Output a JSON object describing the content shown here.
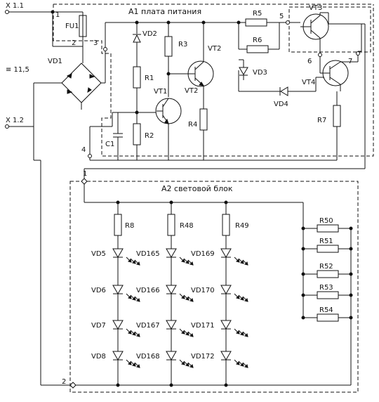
{
  "blocks": {
    "a1_title": "А1 плата питания",
    "a2_title": "А2 световой блок"
  },
  "terminals": {
    "x11": "X 1.1",
    "x12": "X 1.2",
    "supply": "≡ 11,5"
  },
  "nodes": [
    "1",
    "2",
    "3",
    "4",
    "5",
    "6",
    "7",
    "1",
    "2"
  ],
  "components": {
    "fu1": "FU1",
    "vd1": "VD1",
    "vd2": "VD2",
    "r1": "R1",
    "r2": "R2",
    "c1": "C1",
    "r3": "R3",
    "vt1": "VT1",
    "vt2a": "VT2",
    "vt2b": "VT2",
    "r4": "R4",
    "r5": "R5",
    "r6": "R6",
    "vd3": "VD3",
    "vd4": "VD4",
    "vt3": "VT3",
    "vt4": "VT4",
    "r7": "R7",
    "r8": "R8",
    "r48": "R48",
    "r49": "R49",
    "r50": "R50",
    "r51": "R51",
    "r52": "R52",
    "r53": "R53",
    "r54": "R54"
  },
  "led_columns": [
    [
      "VD5",
      "VD6",
      "VD7",
      "VD8"
    ],
    [
      "VD165",
      "VD166",
      "VD167",
      "VD168"
    ],
    [
      "VD169",
      "VD170",
      "VD171",
      "VD172"
    ]
  ]
}
